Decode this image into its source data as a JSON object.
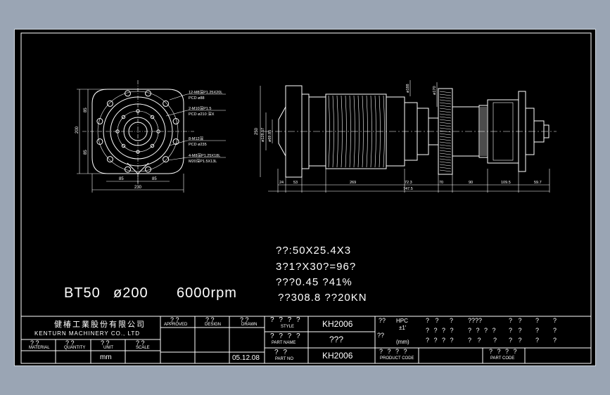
{
  "colors": {
    "canvas_bg": "#9aa5b4",
    "sheet_bg": "#000000",
    "line": "#ffffff"
  },
  "front_view": {
    "callouts": [
      "12-M8深P1.25X20L",
      "PCD ø88",
      "2-M10深P1.5",
      "PCD ø210 深X",
      "8-M12深",
      "PCD ø235",
      "4-M8深P1.25X18L",
      "M20深P1.5X13L"
    ],
    "dims": {
      "height": "200",
      "half_upper": "85",
      "half_lower": "85",
      "width": "230",
      "half_left": "85",
      "half_right": "85"
    }
  },
  "side_view": {
    "dims": {
      "d1": "24",
      "d2": "53",
      "d3": "269",
      "d4": "72.3",
      "d5": "70",
      "d6": "90",
      "d7": "109.5",
      "d8": "59.7",
      "overall": "747.5",
      "height": "250",
      "dia_a": "ø128.57",
      "dia_b": "ø69.85",
      "top_a": "ø188",
      "top_b": "ø170"
    }
  },
  "notes": {
    "line1": "??:50X25.4X3",
    "line2": "3?1?X30?=96?",
    "line3": "???0.45  ?41%",
    "line4": "??308.8  ??20KN"
  },
  "spec_label": {
    "model": "BT50",
    "diameter": "ø200",
    "speed": "6000rpm"
  },
  "title_block": {
    "company_cn": "健椿工業股份有限公司",
    "company_en": "KENTURN MACHINERY CO., LTD",
    "material_q": "? ?",
    "material": "MATERIAL",
    "quantity_q": "? ?",
    "quantity": "QUANTITY",
    "unit_q": "? ?",
    "unit": "UNIT",
    "scale_q": "? ?",
    "scale": "SCALE",
    "unit_value": "mm",
    "approved_q": "? ?",
    "approved": "APPROVED",
    "design_q": "? ?",
    "design": "DESIGN",
    "drawn_q": "? ?",
    "drawn": "DRAWN",
    "date": "05.12.08",
    "style_q": "? ? ? ?",
    "style": "STYLE",
    "part_name_q": "? ? ? ?",
    "part_name": "PART NAME",
    "part_no_q": "? ?",
    "part_no": "PART NO",
    "style_value": "KH2006",
    "part_name_value": "???",
    "part_no_value": "KH2006",
    "tol_q1": "??",
    "hpc": "HPC",
    "tol_pm": "±1'",
    "tol_q2": "??",
    "mm": "(mm)",
    "product_code_q": "? ? ? ?",
    "product_code": "PRODUCT CODE",
    "part_code_q": "? ? ? ?",
    "part_code": "PART CODE",
    "grid_r1": [
      "? ?",
      "?",
      "????",
      "? ?",
      "?",
      "?"
    ],
    "grid_r2": [
      "? ? ? ?",
      "? ? ? ?",
      "? ?",
      "?",
      "?"
    ],
    "grid_r3": [
      "? ? ? ?",
      "? ?",
      "?",
      "? ?",
      "?",
      "?"
    ]
  }
}
